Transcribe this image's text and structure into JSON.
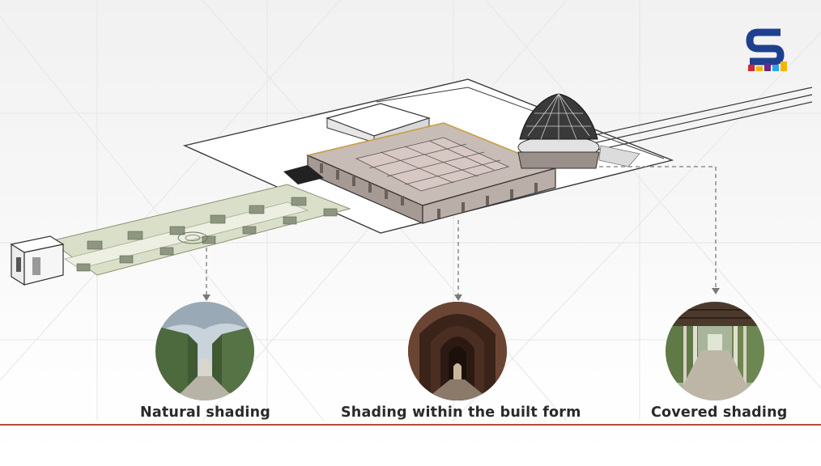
{
  "logo": {
    "letter": "S",
    "colors": [
      "#1f3f8f",
      "#d4243a",
      "#f2b600",
      "#6a2a8a",
      "#2aa7df"
    ]
  },
  "accent_line_color": "#b64a3e",
  "callouts": [
    {
      "caption": "Natural shading",
      "thumbnail": "tree-lined-avenue"
    },
    {
      "caption": "Shading within the built form",
      "thumbnail": "brick-arched-corridor"
    },
    {
      "caption": "Covered shading",
      "thumbnail": "pergola-covered-walkway"
    }
  ]
}
